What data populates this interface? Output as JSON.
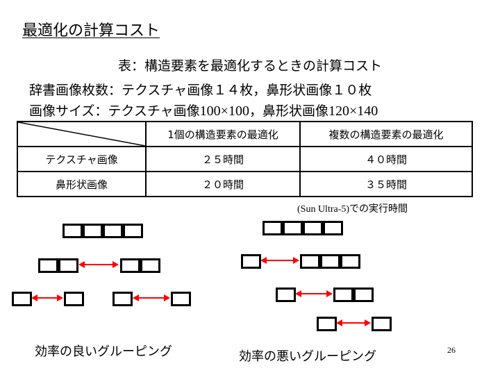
{
  "slide": {
    "title": "最適化の計算コスト",
    "caption": "表：構造要素を最適化するときの計算コスト",
    "info1": "辞書画像枚数：テクスチャ画像１４枚，鼻形状画像１０枚",
    "info2_a": "画像サイズ：テクスチャ画像",
    "info2_b": "100×100",
    "info2_c": "，鼻形状画像",
    "info2_d": "120×140",
    "table": {
      "headers": [
        "",
        "1個の構造要素の最適化",
        "複数の構造要素の最適化"
      ],
      "rows": [
        {
          "label": "テクスチャ画像",
          "single": "２５時間",
          "multiple": "４０時間"
        },
        {
          "label": "鼻形状画像",
          "single": "２０時間",
          "multiple": "３５時間"
        }
      ]
    },
    "note_machine": "(Sun Ultra-5)",
    "note_text": "での実行時間",
    "good_label": "効率の良いグルーピング",
    "bad_label": "効率の悪いグルーピング",
    "page_number": "26",
    "colors": {
      "arrow": "#ff0000",
      "box_border": "#000000"
    }
  }
}
